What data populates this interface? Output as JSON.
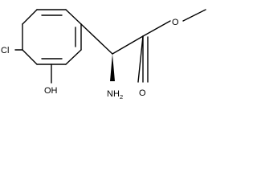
{
  "molecule": {
    "atoms": {
      "chlorine": "Cl",
      "hydroxyl": "OH",
      "carbonyl_oxygen": "O",
      "ester_oxygen": "O",
      "amine": "NH",
      "amine_subscript": "2"
    },
    "stereo": {
      "chiral_center_bond": "wedge"
    }
  }
}
